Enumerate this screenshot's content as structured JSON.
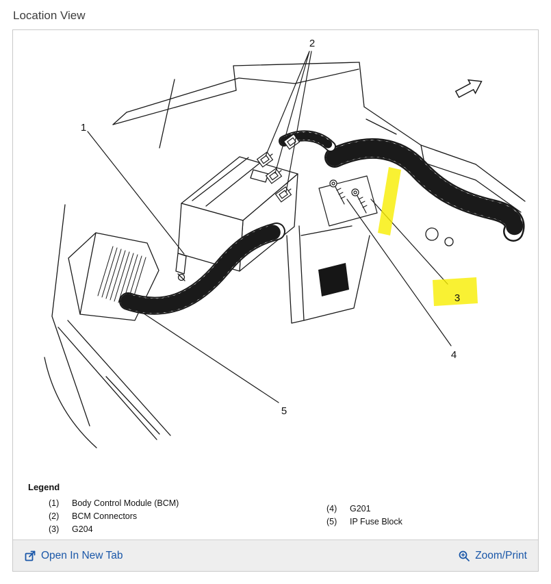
{
  "page": {
    "title": "Location View"
  },
  "diagram": {
    "description": "Under-dash location view of Body Control Module and grounds",
    "highlight_color": "#f7ee00",
    "callouts": [
      {
        "label": "1",
        "target": "Body Control Module (BCM)"
      },
      {
        "label": "2",
        "target": "BCM Connectors"
      },
      {
        "label": "3",
        "target": "G204"
      },
      {
        "label": "4",
        "target": "G201"
      },
      {
        "label": "5",
        "target": "IP Fuse Block"
      }
    ]
  },
  "legend": {
    "title": "Legend",
    "items": [
      {
        "num": "(1)",
        "label": "Body Control Module (BCM)"
      },
      {
        "num": "(2)",
        "label": "BCM Connectors"
      },
      {
        "num": "(3)",
        "label": "G204"
      },
      {
        "num": "(4)",
        "label": "G201"
      },
      {
        "num": "(5)",
        "label": "IP Fuse Block"
      }
    ]
  },
  "footer": {
    "open_in_new_tab": "Open In New Tab",
    "zoom_print": "Zoom/Print",
    "link_color": "#1a57a8"
  }
}
